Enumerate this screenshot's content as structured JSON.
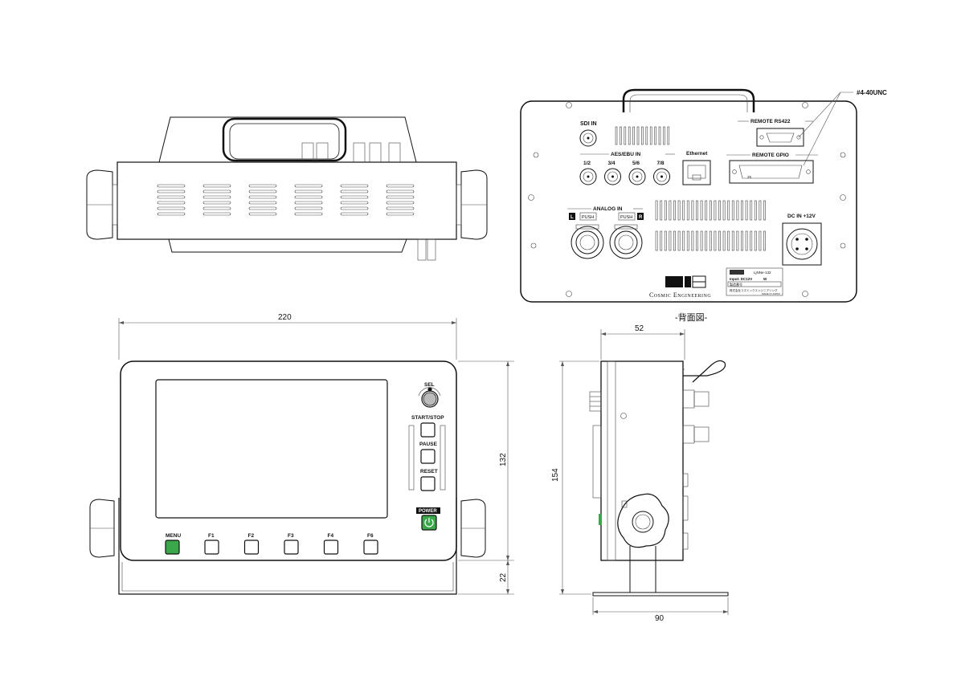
{
  "front_panel": {
    "sel_label": "SEL",
    "start_stop_label": "START/STOP",
    "pause_label": "PAUSE",
    "reset_label": "RESET",
    "power_label": "POWER",
    "menu_label": "MENU",
    "function_keys": [
      "F1",
      "F2",
      "F3",
      "F4",
      "F6"
    ],
    "accent_green": "#3aa84a"
  },
  "rear_panel": {
    "sdi_in": "SDI IN",
    "aes_ebu_in": "AES/EBU IN",
    "aes_channels": [
      "1/2",
      "3/4",
      "5/6",
      "7/8"
    ],
    "ethernet": "Ethernet",
    "remote_rs422": "REMOTE RS422",
    "remote_gpio": "REMOTE GPIO",
    "gpio_pin_left": "25",
    "analog_in": "ANALOG IN",
    "analog_left": "L",
    "analog_right": "R",
    "push": "PUSH",
    "dc_in": "DC IN +12V",
    "screw_spec": "#4-40UNC",
    "brand": "Cosmic Engineering",
    "plate_model": "LjNNe-132",
    "plate_input": "Input: DC12V",
    "plate_power": "W",
    "plate_serial": "製造番号",
    "plate_maker": "株式会社コズミックエンジニアリング",
    "plate_country": "MADE IN JAPAN",
    "caption": "-背面図-"
  },
  "dimensions": {
    "width": "220",
    "height": "132",
    "stand": "22",
    "depth": "52",
    "total_height": "154",
    "base": "90"
  }
}
